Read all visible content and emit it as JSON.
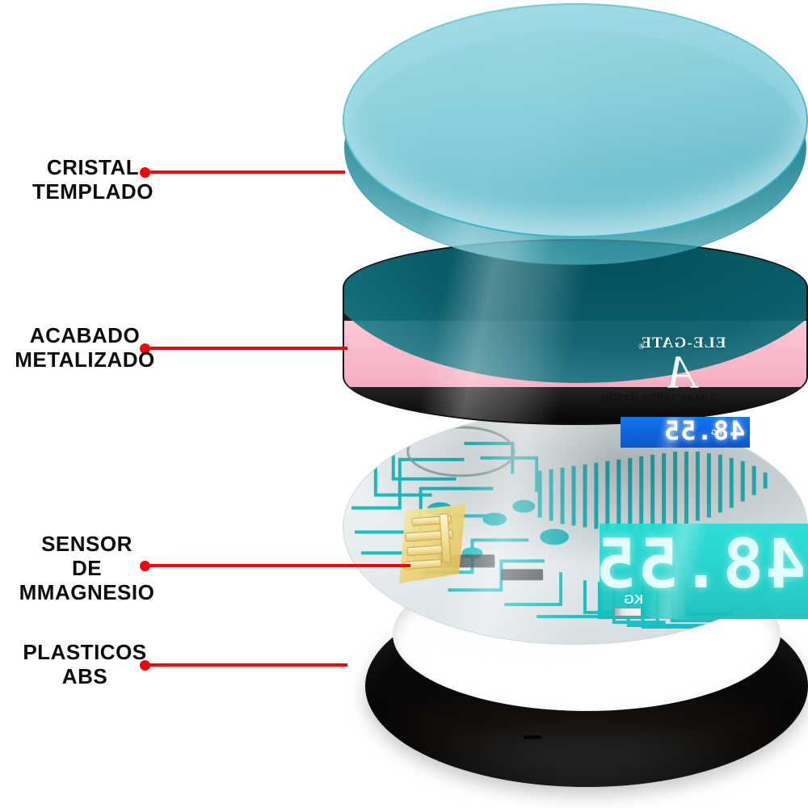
{
  "diagram": {
    "type": "exploded-view-product-diagram",
    "subject": "digital bathroom scale",
    "language": "es",
    "background_color": "#ffffff",
    "leader_color": "#fb0007",
    "label_color": "#0b0b0b"
  },
  "callouts": [
    {
      "id": "cristal-templado",
      "label": "CRISTAL\nTEMPLADO",
      "line1": "CRISTAL",
      "line2": "TEMPLADO",
      "points_to": "tempered glass top plate"
    },
    {
      "id": "acabado-metalizado",
      "label": "ACABADO\nMETALIZADO",
      "line1": "ACABADO",
      "line2": "METALIZADO",
      "points_to": "metallized finish layer"
    },
    {
      "id": "sensor-de-mmagnesio",
      "label": "SENSOR\nDE\nMMAGNESIO",
      "line1": "SENSOR",
      "line2": "DE",
      "line3": "MMAGNESIO",
      "points_to": "gold magnesium load sensor on circuit board"
    },
    {
      "id": "plasticos-abs",
      "label": "PLASTICOS\nABS",
      "line1": "PLASTICOS",
      "line2": "ABS",
      "points_to": "black ABS plastic base ring"
    }
  ],
  "product": {
    "brand": "ELE-GATE",
    "registered_mark": "®",
    "brand_glyph": "A",
    "specification": "Z:Max 180kg d=50g",
    "max_capacity": "180kg",
    "division": "50g",
    "note_text_orientation": "mirrored"
  },
  "displays": [
    {
      "id": "led-display-blue",
      "backlight_color": "#1374f0",
      "digit_color": "#ffffff",
      "reading": "48.55",
      "unit": "KG",
      "battery_indicator": "low-batt"
    },
    {
      "id": "lcd-display-cyan",
      "backlight_color": "#20ded6",
      "digit_color": "#ebfffe",
      "reading": "48.55",
      "unit": "KG",
      "battery_indicator": "low-batt"
    }
  ],
  "layers": [
    {
      "id": "glass",
      "name": "tempered glass disc",
      "color": "#85ced8"
    },
    {
      "id": "metal",
      "name": "metallized finish disc",
      "color": "#f9bccc"
    },
    {
      "id": "pcb",
      "name": "magnesium sensor board",
      "color": "#19cfc8"
    },
    {
      "id": "abs",
      "name": "ABS plastic base ring",
      "color": "#15100e"
    }
  ]
}
